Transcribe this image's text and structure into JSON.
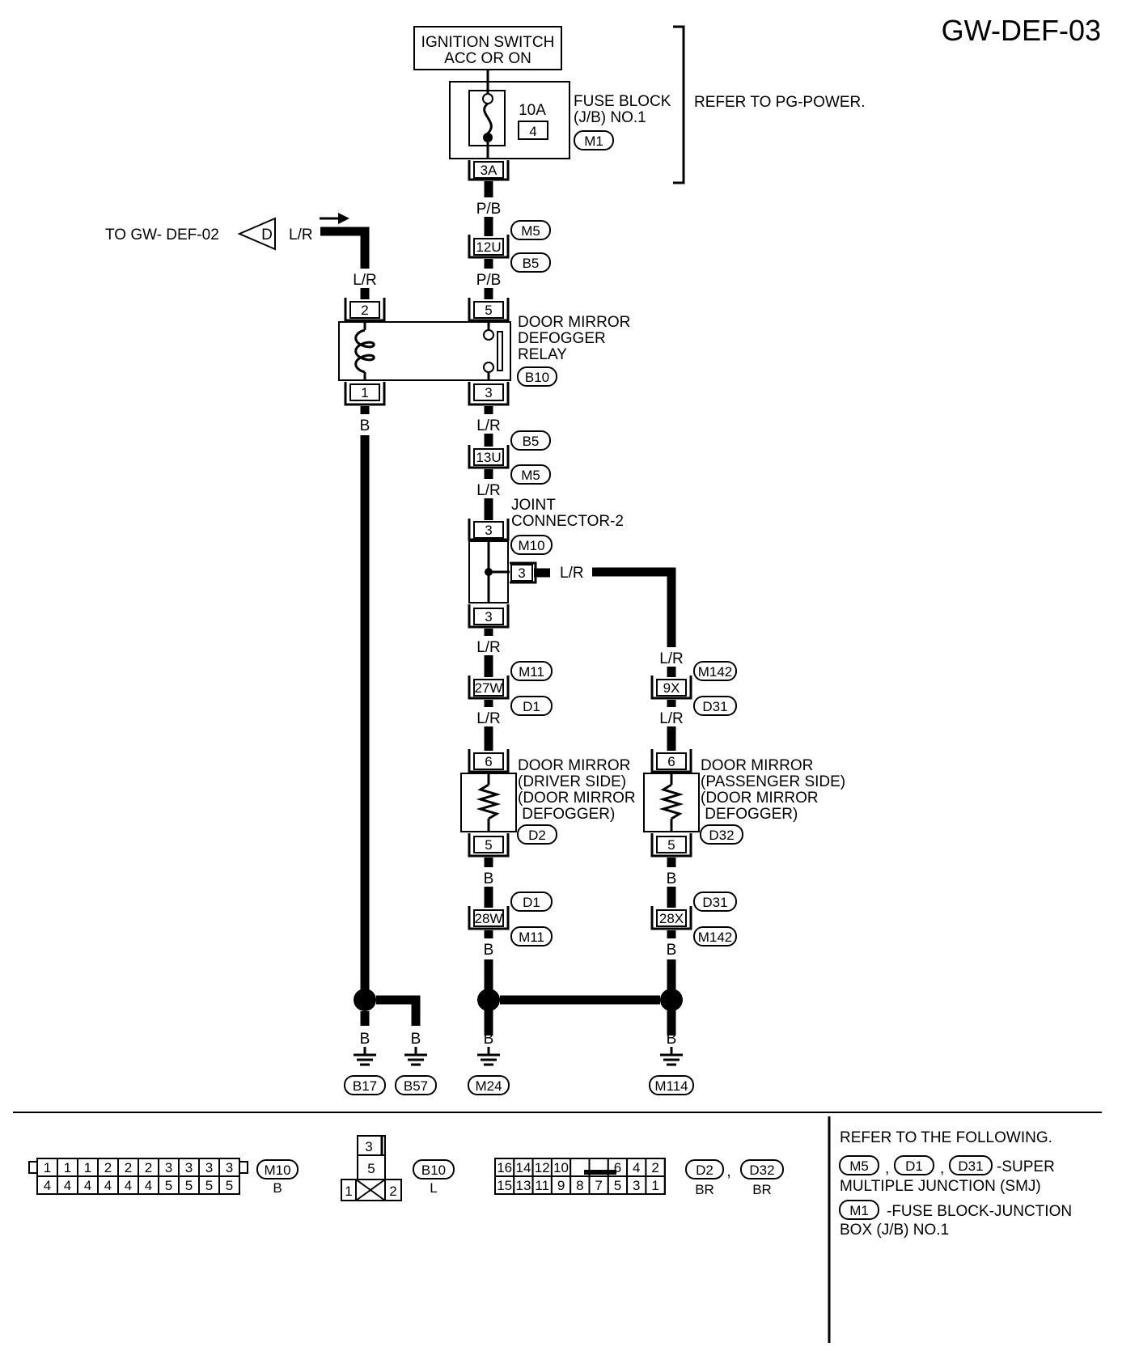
{
  "page_id": "GW-DEF-03",
  "ignition": {
    "line1": "IGNITION SWITCH",
    "line2": "ACC OR ON"
  },
  "fuse_block": {
    "amp": "10A",
    "fuse_no": "4",
    "line1": "FUSE BLOCK",
    "line2": "(J/B) NO.1",
    "connector": "M1",
    "terminal": "3A",
    "refer": "REFER TO PG-POWER."
  },
  "wire_colors": {
    "pb": "P/B",
    "lr": "L/R",
    "b": "B"
  },
  "offpage": {
    "text": "TO GW- DEF-02",
    "letter": "D"
  },
  "junction_top": {
    "terminal": "12U",
    "upper": "M5",
    "lower": "B5"
  },
  "relay": {
    "line1": "DOOR MIRROR",
    "line2": "DEFOGGER",
    "line3": "RELAY",
    "connector": "B10",
    "pin_coil_top": "2",
    "pin_coil_bottom": "1",
    "pin_sw_top": "5",
    "pin_sw_bottom": "3"
  },
  "junction_mid": {
    "terminal": "13U",
    "upper": "B5",
    "lower": "M5"
  },
  "joint": {
    "line1": "JOINT",
    "line2": "CONNECTOR-2",
    "connector": "M10",
    "pin_top": "3",
    "pin_side": "3",
    "pin_bottom": "3"
  },
  "junction_drv": {
    "terminal": "27W",
    "upper": "M11",
    "lower": "D1"
  },
  "junction_pass": {
    "terminal": "9X",
    "upper": "M142",
    "lower": "D31"
  },
  "mirror_drv": {
    "line1": "DOOR MIRROR",
    "line2": "(DRIVER SIDE)",
    "line3": "(DOOR MIRROR",
    "line4": " DEFOGGER)",
    "connector": "D2",
    "pin_top": "6",
    "pin_bottom": "5"
  },
  "mirror_pass": {
    "line1": "DOOR MIRROR",
    "line2": "(PASSENGER SIDE)",
    "line3": "(DOOR MIRROR",
    "line4": " DEFOGGER)",
    "connector": "D32",
    "pin_top": "6",
    "pin_bottom": "5"
  },
  "junction_drv_bot": {
    "terminal": "28W",
    "upper": "D1",
    "lower": "M11"
  },
  "junction_pass_bot": {
    "terminal": "28X",
    "upper": "D31",
    "lower": "M142"
  },
  "grounds": [
    "B17",
    "B57",
    "M24",
    "M114"
  ],
  "connector_views": {
    "m10": {
      "top": [
        "1",
        "1",
        "1",
        "2",
        "2",
        "2",
        "3",
        "3",
        "3",
        "3"
      ],
      "bottom": [
        "4",
        "4",
        "4",
        "4",
        "4",
        "4",
        "5",
        "5",
        "5",
        "5"
      ],
      "id": "M10",
      "color": "B"
    },
    "b10": {
      "top": "3",
      "mid": "5",
      "left": "1",
      "right": "2",
      "id": "B10",
      "color": "L"
    },
    "d2": {
      "top": [
        "16",
        "14",
        "12",
        "10",
        "",
        "",
        "6",
        "4",
        "2"
      ],
      "bottom": [
        "15",
        "13",
        "11",
        "9",
        "8",
        "7",
        "5",
        "3",
        "1"
      ],
      "id1": "D2",
      "id2": "D32",
      "color1": "BR",
      "color2": "BR",
      "sep": ","
    }
  },
  "refer_box": {
    "title": "REFER TO THE FOLLOWING.",
    "smj_codes": [
      "M5",
      "D1",
      "D31"
    ],
    "smj_sep": ",",
    "smj_text1": "-SUPER",
    "smj_text2": "MULTIPLE JUNCTION (SMJ)",
    "jb_code": "M1",
    "jb_text1": "-FUSE BLOCK-JUNCTION",
    "jb_text2": "BOX (J/B) NO.1"
  }
}
